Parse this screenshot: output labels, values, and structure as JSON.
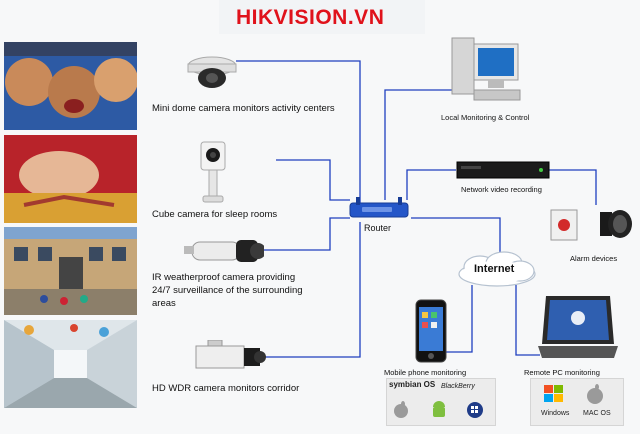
{
  "brand": "HIKVISION.VN",
  "cameras": [
    {
      "label": "Mini dome camera monitors activity centers"
    },
    {
      "label": "Cube camera for sleep rooms"
    },
    {
      "label_lines": [
        "IR weatherproof camera providing",
        "24/7 surveillance of the surrounding",
        "areas"
      ]
    },
    {
      "label": "HD WDR camera monitors corridor"
    }
  ],
  "hub": {
    "router": "Router",
    "internet": "Internet"
  },
  "local": {
    "monitoring": "Local Monitoring & Control",
    "nvr": "Network video recording",
    "alarm": "Alarm devices"
  },
  "remote": {
    "mobile": "Mobile phone monitoring",
    "pc": "Remote PC monitoring",
    "mobile_os": [
      "symbian OS",
      "BlackBerry"
    ],
    "pc_os": [
      "Windows",
      "MAC OS"
    ]
  },
  "colors": {
    "brand": "#e0121b",
    "link": "#1f3fbf",
    "router": "#2456c8"
  },
  "icons": [
    "dome-camera",
    "cube-camera",
    "bullet-camera",
    "box-camera",
    "router",
    "desktop-computer",
    "nvr",
    "alarm-button",
    "siren",
    "cloud",
    "smartphone",
    "laptop",
    "apple-logo",
    "android-logo",
    "windows-logo"
  ]
}
